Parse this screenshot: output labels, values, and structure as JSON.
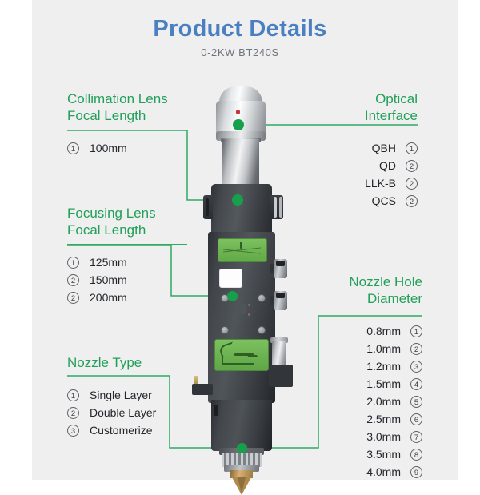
{
  "header": {
    "title": "Product Details",
    "subtitle": "0-2KW BT240S",
    "title_color": "#4a7fc1",
    "subtitle_color": "#70757c"
  },
  "theme": {
    "accent_green": "#22a05a",
    "line_green": "#2faa67",
    "dot_green": "#17a04b",
    "canvas_bg": "#efefef",
    "page_bg": "#ffffff",
    "text_dark": "#23272b"
  },
  "callouts": {
    "collimation": {
      "heading": "Collimation Lens\nFocal Length",
      "items": [
        {
          "num": "1",
          "label": "100mm"
        }
      ]
    },
    "focusing": {
      "heading": "Focusing Lens\nFocal Length",
      "items": [
        {
          "num": "1",
          "label": "125mm"
        },
        {
          "num": "2",
          "label": "150mm"
        },
        {
          "num": "2",
          "label": "200mm"
        }
      ]
    },
    "nozzle_type": {
      "heading": "Nozzle Type",
      "items": [
        {
          "num": "1",
          "label": "Single Layer"
        },
        {
          "num": "2",
          "label": "Double Layer"
        },
        {
          "num": "3",
          "label": "Customerize"
        }
      ]
    },
    "optical_interface": {
      "heading": "Optical\nInterface",
      "items": [
        {
          "num": "1",
          "label": "QBH"
        },
        {
          "num": "2",
          "label": "QD"
        },
        {
          "num": "2",
          "label": "LLK-B"
        },
        {
          "num": "2",
          "label": "QCS"
        }
      ]
    },
    "nozzle_hole": {
      "heading": "Nozzle Hole\nDiameter",
      "items": [
        {
          "num": "1",
          "label": "0.8mm"
        },
        {
          "num": "2",
          "label": "1.0mm"
        },
        {
          "num": "3",
          "label": "1.2mm"
        },
        {
          "num": "4",
          "label": "1.5mm"
        },
        {
          "num": "5",
          "label": "2.0mm"
        },
        {
          "num": "6",
          "label": "2.5mm"
        },
        {
          "num": "7",
          "label": "3.0mm"
        },
        {
          "num": "8",
          "label": "3.5mm"
        },
        {
          "num": "9",
          "label": "4.0mm"
        }
      ]
    }
  },
  "illustration": {
    "name": "laser-cutting-head",
    "hotspots": [
      {
        "name": "optical-interface-point"
      },
      {
        "name": "collimation-lens-point"
      },
      {
        "name": "focusing-lens-point"
      },
      {
        "name": "nozzle-point"
      }
    ]
  }
}
